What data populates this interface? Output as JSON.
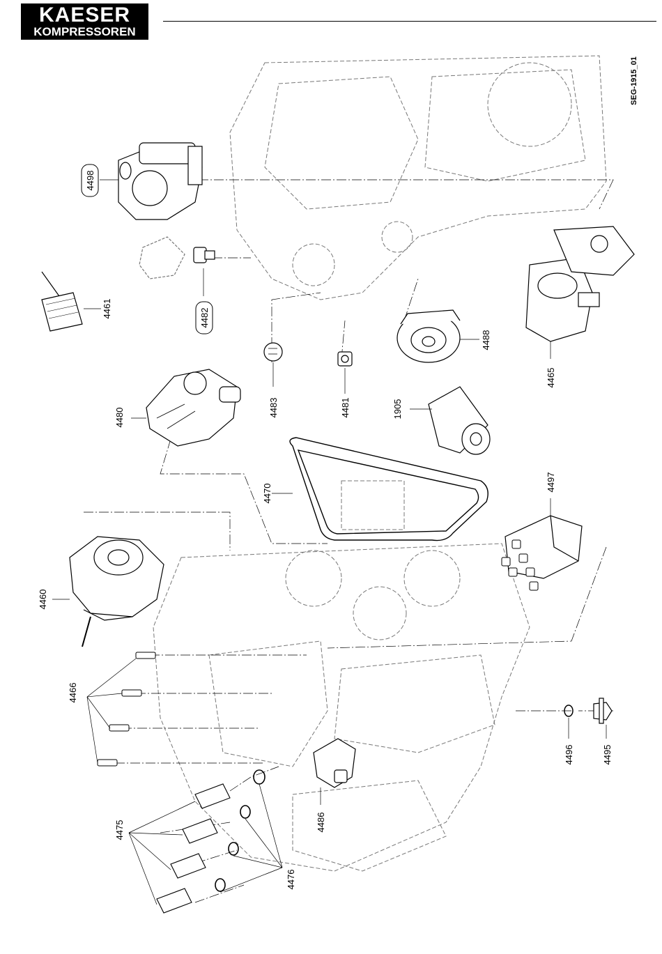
{
  "brand": {
    "line1": "KAESER",
    "line2": "KOMPRESSOREN"
  },
  "drawing_code": "SEG-1915_01",
  "parts": {
    "p4498": "4498",
    "p4461": "4461",
    "p4482": "4482",
    "p4480": "4480",
    "p4483": "4483",
    "p4481": "4481",
    "p1905": "1905",
    "p4488": "4488",
    "p4465": "4465",
    "p4470": "4470",
    "p4497": "4497",
    "p4460": "4460",
    "p4466": "4466",
    "p4496": "4496",
    "p4495": "4495",
    "p4475": "4475",
    "p4486": "4486",
    "p4476": "4476"
  },
  "boxed_parts": [
    "4498",
    "4482"
  ]
}
